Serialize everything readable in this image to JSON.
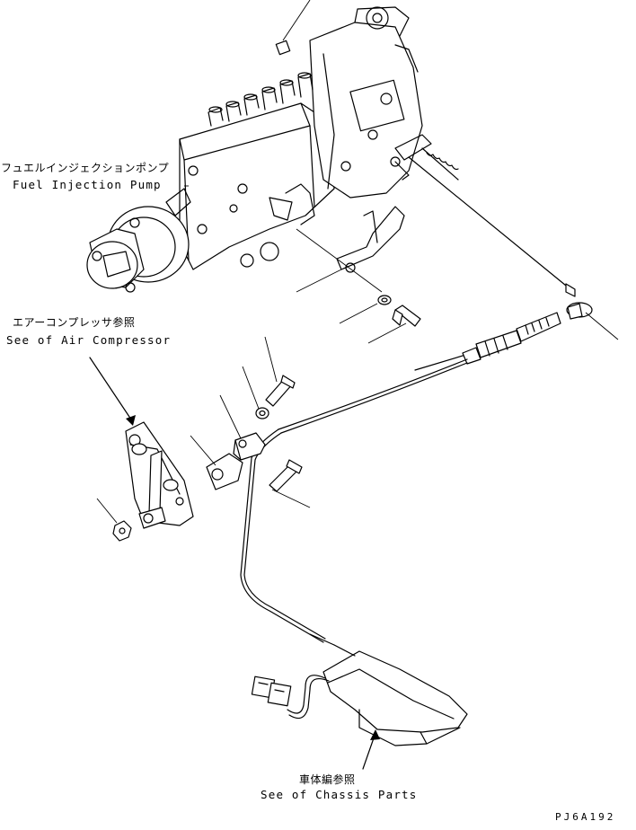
{
  "labels": {
    "fuel_pump_jp": "フュエルインジェクションポンプ",
    "fuel_pump_en": "Fuel Injection Pump",
    "air_comp_jp": "エアーコンプレッサ参照",
    "air_comp_en": "See of Air Compressor",
    "chassis_jp": "車体編参照",
    "chassis_en": "See of Chassis Parts",
    "drawing_code": "PJ6A192"
  }
}
